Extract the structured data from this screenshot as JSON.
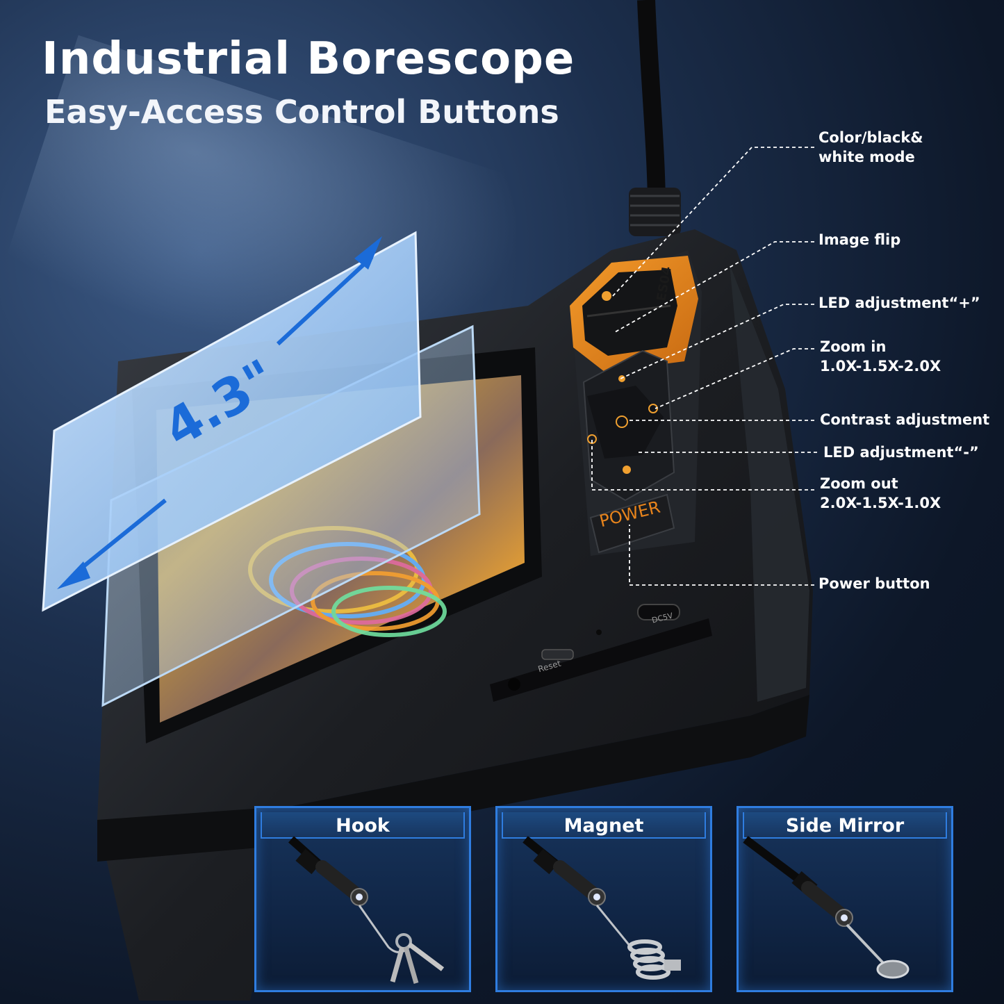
{
  "header": {
    "title": "Industrial Borescope",
    "subtitle": "Easy-Access Control Buttons"
  },
  "screen_size_label": "4.3\"",
  "device": {
    "model_label": "ES04",
    "power_label": "POWER",
    "port_label": "DC5V",
    "reset_label": "Reset",
    "body_color": "#1c1e22",
    "accent_color": "#e8841c"
  },
  "callouts": [
    {
      "id": "color-mode",
      "lines": [
        "Color/black&",
        "white mode"
      ]
    },
    {
      "id": "image-flip",
      "lines": [
        "Image flip"
      ]
    },
    {
      "id": "led-plus",
      "lines": [
        "LED adjustment“+”"
      ]
    },
    {
      "id": "zoom-in",
      "lines": [
        "Zoom in",
        "1.0X-1.5X-2.0X"
      ]
    },
    {
      "id": "contrast",
      "lines": [
        "Contrast adjustment"
      ]
    },
    {
      "id": "led-minus",
      "lines": [
        "LED adjustment“-”"
      ]
    },
    {
      "id": "zoom-out",
      "lines": [
        "Zoom out",
        "2.0X-1.5X-1.0X"
      ]
    },
    {
      "id": "power",
      "lines": [
        "Power button"
      ]
    }
  ],
  "accessories": [
    {
      "label": "Hook"
    },
    {
      "label": "Magnet"
    },
    {
      "label": "Side Mirror"
    }
  ]
}
